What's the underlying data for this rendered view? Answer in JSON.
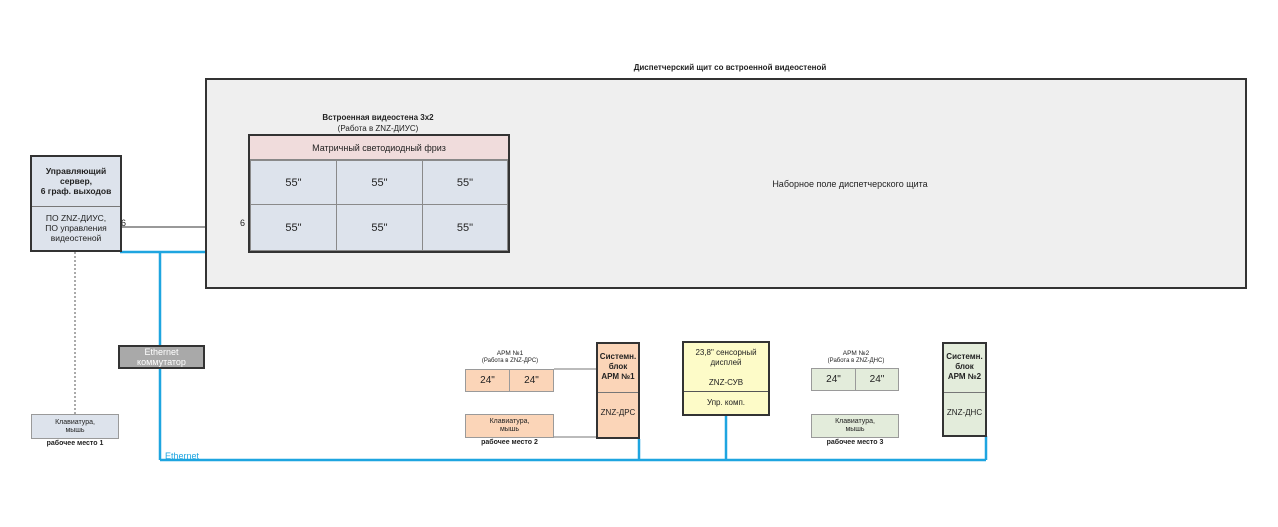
{
  "panel": {
    "title": "Диспетчерский щит со встроенной видеостеной",
    "field_label": "Наборное поле диспетчерского щита"
  },
  "videowall": {
    "title": "Встроенная видеостена 3x2",
    "subtitle": "(Работа в ZNZ-ДИУС)",
    "frieze": "Матричный светодиодный фриз",
    "screens": [
      "55\"",
      "55\"",
      "55\"",
      "55\"",
      "55\"",
      "55\""
    ]
  },
  "server": {
    "title": "Управляющий сервер, 6 граф. выходов",
    "title_lines": [
      "Управляющий",
      "сервер,",
      "6 граф. выходов"
    ],
    "software_lines": [
      "ПО ZNZ-ДИУС,",
      "ПО управления",
      "видеостеной"
    ],
    "port_left": "6",
    "port_right": "6"
  },
  "switch": {
    "lines": [
      "Ethernet",
      "коммутатор"
    ]
  },
  "ethernet_label": "Ethernet",
  "workplace1": {
    "keyboard_lines": [
      "Клавиатура,",
      "мышь"
    ],
    "label": "рабочее место 1"
  },
  "workplace2": {
    "arm_title": "АРМ №1",
    "arm_subtitle": "(Работа в ZNZ-ДРС)",
    "monitors": [
      "24\"",
      "24\""
    ],
    "keyboard_lines": [
      "Клавиатура,",
      "мышь"
    ],
    "label": "рабочее место 2",
    "system_unit_lines": [
      "Системн.",
      "блок",
      "АРМ №1"
    ],
    "system_unit_software": "ZNZ-ДРС"
  },
  "touch": {
    "lines": [
      "23,8\" сенсорный",
      "дисплей"
    ],
    "software": "ZNZ-СУВ",
    "computer": "Упр. комп."
  },
  "workplace3": {
    "arm_title": "АРМ №2",
    "arm_subtitle": "(Работа в ZNZ-ДНС)",
    "monitors": [
      "24\"",
      "24\""
    ],
    "keyboard_lines": [
      "Клавиатура,",
      "мышь"
    ],
    "label": "рабочее место 3",
    "system_unit_lines": [
      "Системн.",
      "блок",
      "АРМ №2"
    ],
    "system_unit_software": "ZNZ-ДНС"
  },
  "colors": {
    "ethernet": "#1ea5e0",
    "panel_bg": "#efefef",
    "screen_bg": "#dde3ec",
    "frieze_bg": "#f0dcdc",
    "workplace2_bg": "#fbd5b8",
    "workplace3_bg": "#e3ecdb",
    "touch_bg": "#fdfbc8",
    "switch_bg": "#a9a9a9"
  }
}
